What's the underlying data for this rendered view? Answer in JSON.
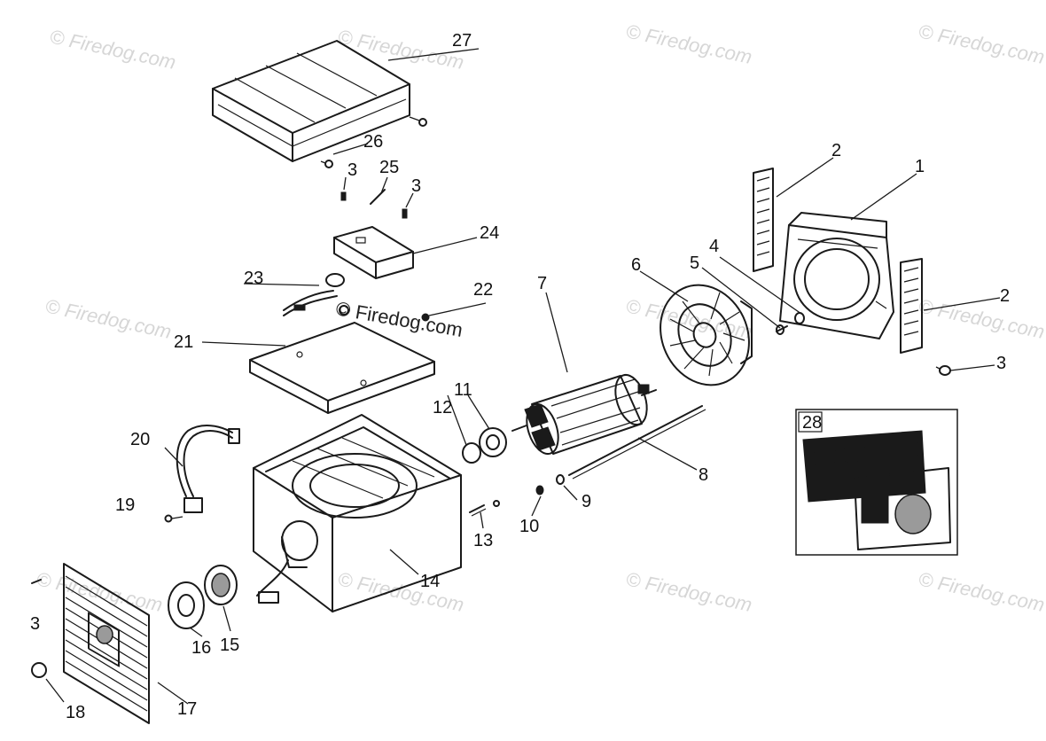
{
  "watermark": {
    "text": "© Firedog.com",
    "center_text": "© Firedog.com"
  },
  "callouts": {
    "c1": "1",
    "c2a": "2",
    "c2b": "2",
    "c3a": "3",
    "c3b": "3",
    "c3c": "3",
    "c3d": "3",
    "c4": "4",
    "c5": "5",
    "c6": "6",
    "c7": "7",
    "c8": "8",
    "c9": "9",
    "c10": "10",
    "c11": "11",
    "c12": "12",
    "c13": "13",
    "c14": "14",
    "c15": "15",
    "c16": "16",
    "c17": "17",
    "c18": "18",
    "c19": "19",
    "c20": "20",
    "c21": "21",
    "c22": "22",
    "c23": "23",
    "c24": "24",
    "c25": "25",
    "c26": "26",
    "c27": "27",
    "c28": "28"
  }
}
